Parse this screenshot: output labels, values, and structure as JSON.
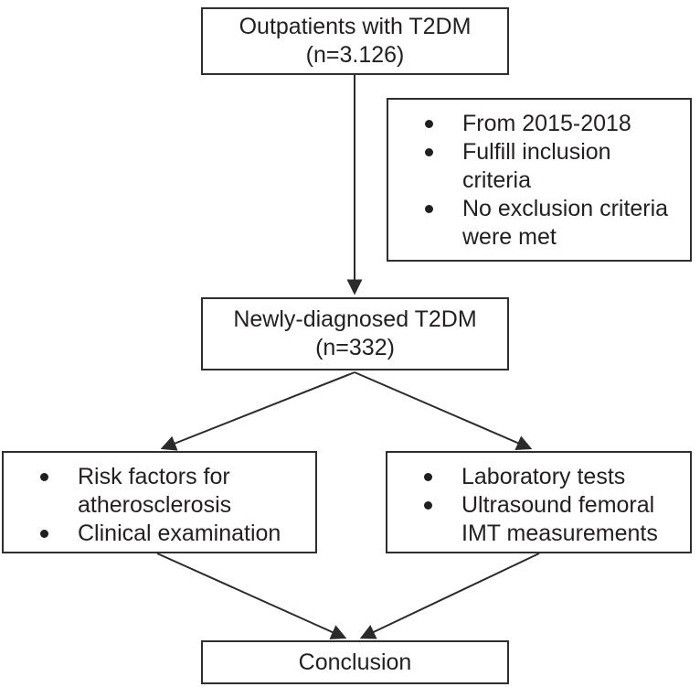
{
  "flowchart": {
    "boxes": {
      "outpatients": {
        "line1": "Outpatients with T2DM",
        "line2": "(n=3.126)"
      },
      "criteria": {
        "items": [
          "From 2015-2018",
          "Fulfill inclusion criteria",
          "No exclusion criteria were met"
        ]
      },
      "newly_diagnosed": {
        "line1": "Newly-diagnosed T2DM",
        "line2": "(n=332)"
      },
      "assessment_left": {
        "items": [
          "Risk factors for atherosclerosis",
          "Clinical examination"
        ]
      },
      "assessment_right": {
        "items": [
          "Laboratory tests",
          "Ultrasound femoral IMT measurements"
        ]
      },
      "conclusion": {
        "label": "Conclusion"
      }
    },
    "edges": [
      "outpatients -> newly_diagnosed",
      "newly_diagnosed -> assessment_left",
      "newly_diagnosed -> assessment_right",
      "assessment_left -> conclusion",
      "assessment_right -> conclusion"
    ],
    "colors": {
      "line": "#2b2b2b",
      "text": "#231f20",
      "border": "#2f2f2f",
      "background": "#ffffff"
    }
  }
}
